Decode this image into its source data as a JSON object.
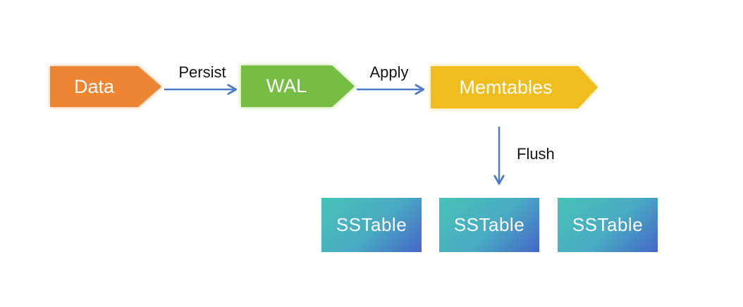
{
  "diagram": {
    "type": "flow-diagram",
    "nodes": {
      "data": {
        "label": "Data",
        "shape": "right-arrow-pentagon",
        "color": "#ED8533"
      },
      "wal": {
        "label": "WAL",
        "shape": "right-arrow-pentagon",
        "color": "#76BE43"
      },
      "memtables": {
        "label": "Memtables",
        "shape": "right-arrow-pentagon",
        "color": "#F0BD1E"
      },
      "sstables": [
        {
          "label": "SSTable"
        },
        {
          "label": "SSTable"
        },
        {
          "label": "SSTable"
        }
      ]
    },
    "edges": [
      {
        "label": "Persist",
        "from": "Data",
        "to": "WAL",
        "direction": "right"
      },
      {
        "label": "Apply",
        "from": "WAL",
        "to": "Memtables",
        "direction": "right"
      },
      {
        "label": "Flush",
        "from": "Memtables",
        "to": "SSTable",
        "direction": "down"
      }
    ],
    "colors": {
      "arrow": "#4C7BC9",
      "sstable_gradient_start": "#47C4B5",
      "sstable_gradient_end": "#4566C8",
      "node_text": "#FFFFFF",
      "edge_label_text": "#141414",
      "background": "#FFFFFF"
    }
  }
}
